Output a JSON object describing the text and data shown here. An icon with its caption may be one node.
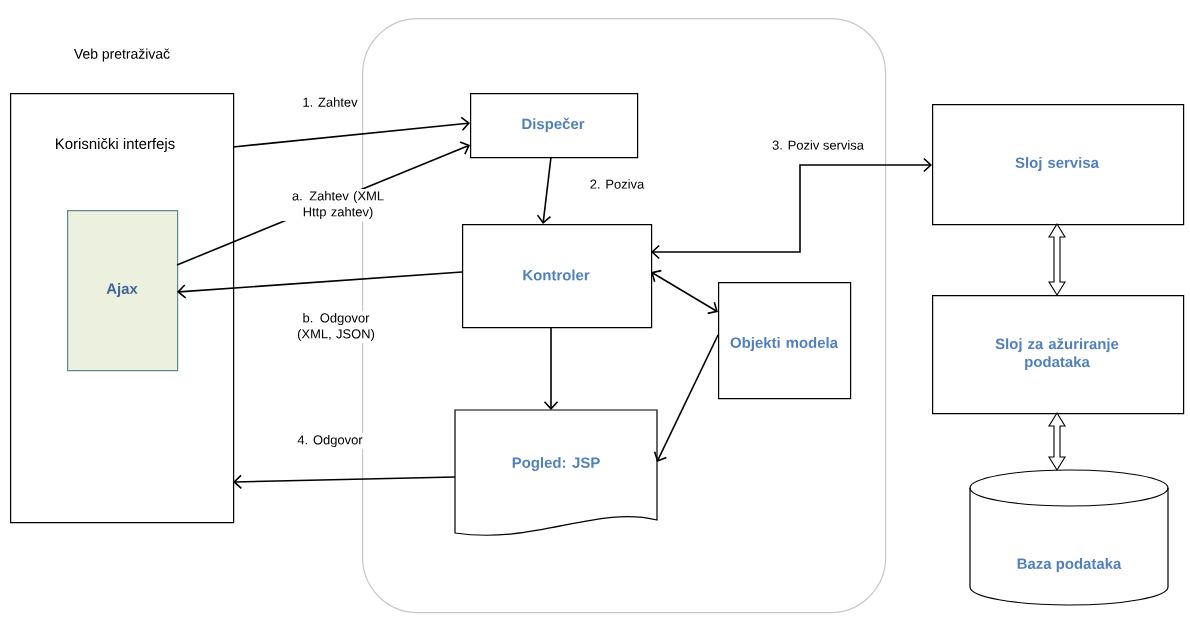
{
  "diagram": {
    "nodes": [
      {
        "text": [
          "Veb pretraživač",
          "Korisnički interfejs"
        ]
      },
      {
        "text": [
          "Ajax"
        ],
        "in": 0
      },
      {
        "text": [],
        "shape": "box"
      },
      {
        "text": [
          "Dispečer"
        ],
        "in": 2
      },
      {
        "text": [
          "Kontroler"
        ],
        "in": 2
      },
      {
        "text": [
          "Objekti modela"
        ],
        "in": 2
      },
      {
        "text": [
          "Pogled: JSP"
        ],
        "in": 2
      },
      {
        "text": [
          "Sloj servisa"
        ]
      },
      {
        "text": [
          "Sloj za ažuriranje podataka"
        ]
      },
      {
        "text": [
          "Baza podataka"
        ]
      }
    ],
    "edges": [
      {
        "from": 0,
        "to": 3,
        "arrow": "to",
        "label": "1. Zahtev"
      },
      {
        "from": 1,
        "to": 3,
        "arrow": "to",
        "label": "a. Zahtev (XML Http zahtev)"
      },
      {
        "from": 3,
        "to": 4,
        "arrow": "to",
        "label": "2. Poziva"
      },
      {
        "from": 4,
        "to": 1,
        "arrow": "to",
        "label": "b. Odgovor (XML, JSON)"
      },
      {
        "from": 4,
        "to": 7,
        "arrow": "both",
        "label": "3. Poziv servisa"
      },
      {
        "from": 4,
        "to": 5,
        "arrow": "both"
      },
      {
        "from": 4,
        "to": 6,
        "arrow": "to"
      },
      {
        "from": 5,
        "to": 6,
        "arrow": "to"
      },
      {
        "from": 6,
        "to": 0,
        "arrow": "to",
        "label": "4. Odgovor"
      },
      {
        "from": 7,
        "to": 8,
        "arrow": "both",
        "style": "thick"
      },
      {
        "from": 8,
        "to": 9,
        "arrow": "both",
        "style": "thick"
      }
    ]
  }
}
